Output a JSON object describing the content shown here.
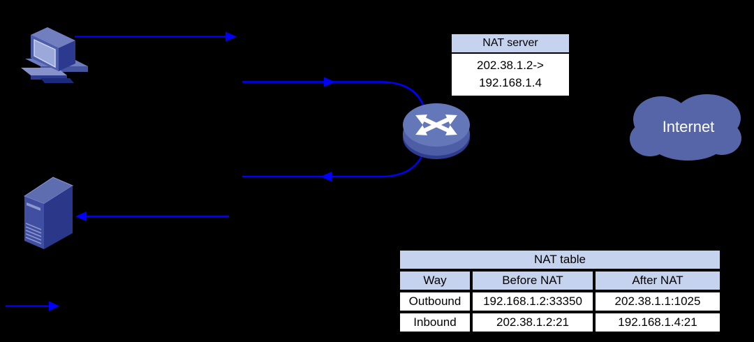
{
  "nat_server_box": {
    "title": "NAT server",
    "mapping_line1": "202.38.1.2->",
    "mapping_line2": "192.168.1.4"
  },
  "internet_cloud": {
    "label": "Internet"
  },
  "nat_table": {
    "title": "NAT table",
    "columns": [
      "Way",
      "Before NAT",
      "After NAT"
    ],
    "rows": [
      [
        "Outbound",
        "192.168.1.2:33350",
        "202.38.1.1:1025"
      ],
      [
        "Inbound",
        "202.38.1.2:21",
        "192.168.1.4:21"
      ]
    ]
  },
  "icons": {
    "host": "desktop-computer-icon",
    "internal_server": "tower-server-icon",
    "gateway": "nat-router-icon",
    "internet": "cloud-icon",
    "flow": "blue-arrow-icon"
  },
  "colors": {
    "background": "#000000",
    "arrow_blue": "#0000ff",
    "table_header_bg": "#c6d3ee",
    "table_cell_bg": "#ffffff",
    "cloud_fill": "#5565a8",
    "router_top": "#6477b8",
    "icon_navy": "#2b3a8e",
    "text_dark": "#000000",
    "text_light": "#ffffff"
  }
}
